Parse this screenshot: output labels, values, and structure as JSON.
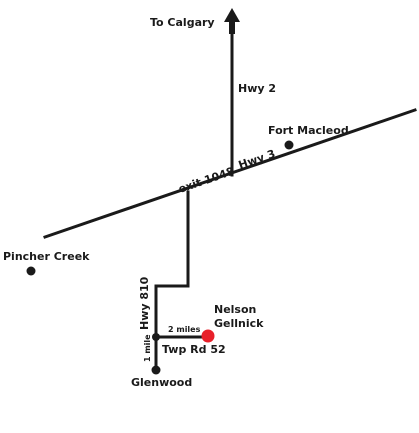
{
  "map": {
    "direction_label": "To Calgary",
    "roads": {
      "hwy2": "Hwy 2",
      "hwy3": "Hwy 3",
      "exit": "exit 1048",
      "hwy810": "Hwy 810",
      "twp": "Twp Rd 52",
      "distance_miles": "2 miles",
      "distance_mile": "1 mile"
    },
    "towns": {
      "fort_macleod": "Fort Macleod",
      "pincher_creek": "Pincher Creek",
      "glenwood": "Glenwood"
    },
    "destination": {
      "line1": "Nelson",
      "line2": "Gellnick",
      "color": "#e8202a"
    },
    "ink_color": "#1a1a1a"
  }
}
